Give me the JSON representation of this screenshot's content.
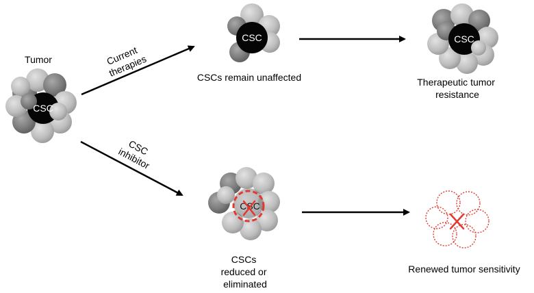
{
  "labels": {
    "tumor": "Tumor",
    "csc": "CSC",
    "current_therapies": [
      "Current",
      "therapies"
    ],
    "csc_inhibitor": [
      "CSC",
      "inhibitor"
    ],
    "cscs_unaffected": "CSCs remain unaffected",
    "therapeutic_resistance": [
      "Therapeutic tumor",
      "resistance"
    ],
    "cscs_reduced": [
      "CSCs",
      "reduced or",
      "eliminated"
    ],
    "renewed_sensitivity": "Renewed tumor sensitivity"
  },
  "colors": {
    "csc_core": "#050505",
    "cell_light": "#c9c9c9",
    "cell_dark": "#6e6e6e",
    "eliminated": "#e3382e",
    "arrow": "#000000"
  }
}
